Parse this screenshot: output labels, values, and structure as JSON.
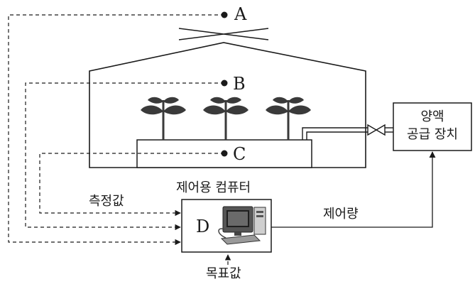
{
  "sensors": {
    "a": "A",
    "b": "B",
    "c": "C"
  },
  "controller": {
    "id": "D",
    "caption": "제어용 컴퓨터"
  },
  "supply": {
    "line1": "양액",
    "line2": "공급 장치"
  },
  "labels": {
    "measured": "측정값",
    "control": "제어량",
    "target": "목표값"
  }
}
